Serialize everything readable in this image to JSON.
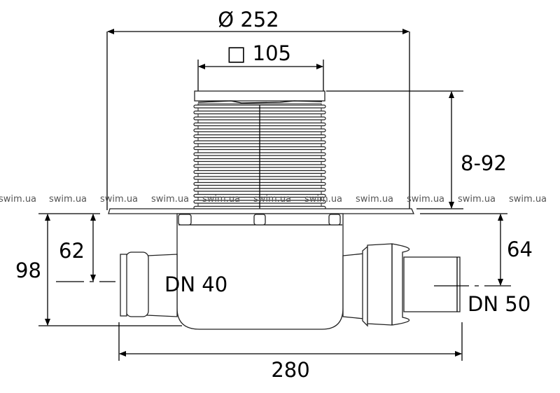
{
  "dimensions": {
    "flange_diameter": "Ø 252",
    "grate_size": "□ 105",
    "height_adjust": "8-92",
    "left_outlet_height": "62",
    "total_height": "98",
    "right_outlet_height": "64",
    "left_outlet": "DN 40",
    "right_outlet": "DN 50",
    "total_length": "280"
  },
  "watermark": "swim.ua"
}
